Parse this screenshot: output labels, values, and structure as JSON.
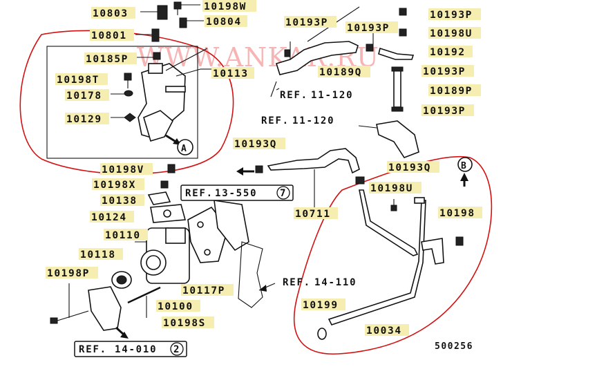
{
  "watermark": "WWW.ANKAR.RU",
  "diagram_code": "500256",
  "callouts": {
    "a": "A",
    "b": "B"
  },
  "labels": {
    "p10803": "10803",
    "p10198w": "10198W",
    "p10804": "10804",
    "p10801": "10801",
    "p10185p": "10185P",
    "p10113": "10113",
    "p10198t": "10198T",
    "p10178": "10178",
    "p10129": "10129",
    "p10193p_a": "10193P",
    "p10193p_b": "10193P",
    "p10193p_c": "10193P",
    "p10193p_d": "10193P",
    "p10193p_e": "10193P",
    "p10198u_a": "10198U",
    "p10192": "10192",
    "p10189q": "10189Q",
    "p10189p": "10189P",
    "p10193q_a": "10193Q",
    "p10193q_b": "10193Q",
    "p10198v": "10198V",
    "p10198x": "10198X",
    "p10138": "10138",
    "p10124": "10124",
    "p10110": "10110",
    "p10118": "10118",
    "p10198p": "10198P",
    "p10117p": "10117P",
    "p10100": "10100",
    "p10198s": "10198S",
    "p10711": "10711",
    "p10198u_b": "10198U",
    "p10198": "10198",
    "p10199": "10199",
    "p10034": "10034"
  },
  "refs": {
    "r11120a": {
      "prefix": "REF.",
      "code": "11-120"
    },
    "r11120b": {
      "prefix": "REF.",
      "code": "11-120"
    },
    "r13550": {
      "prefix": "REF.",
      "code": "13-550",
      "badge": "7"
    },
    "r14110": {
      "prefix": "REF.",
      "code": "14-110"
    },
    "r14010": {
      "prefix": "REF.",
      "code": "14-010",
      "badge": "2"
    }
  }
}
